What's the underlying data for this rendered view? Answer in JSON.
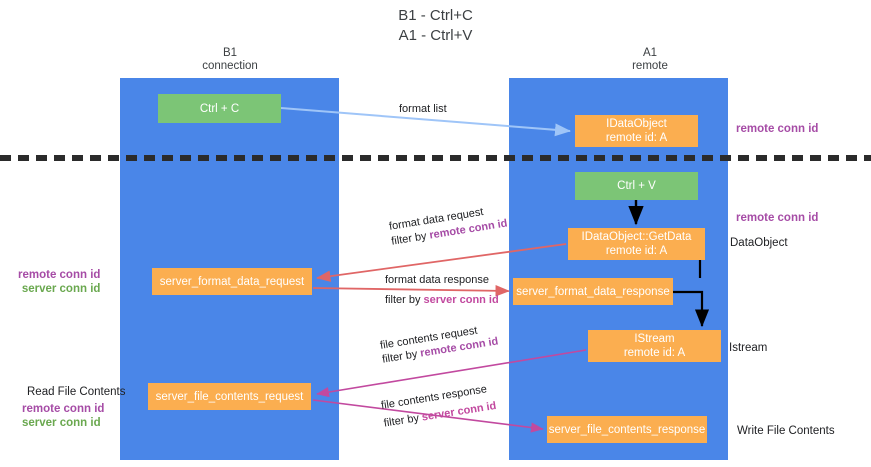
{
  "title": {
    "line1": "B1 - Ctrl+C",
    "line2": "A1 - Ctrl+V"
  },
  "columns": [
    {
      "name": "B1",
      "subtitle": "connection"
    },
    {
      "name": "A1",
      "subtitle": "remote"
    }
  ],
  "nodes": {
    "ctrl_c": {
      "line1": "Ctrl + C",
      "line2": "",
      "color": "#7cc576"
    },
    "idataobject": {
      "line1": "IDataObject",
      "line2": "remote id: A",
      "color": "#fbae50"
    },
    "ctrl_v": {
      "line1": "Ctrl + V",
      "line2": "",
      "color": "#7cc576"
    },
    "getdata": {
      "line1": "IDataObject::GetData",
      "line2": "remote id: A",
      "color": "#fbae50"
    },
    "server_format_data_request": {
      "line1": "server_format_data_request",
      "line2": "",
      "color": "#fbae50"
    },
    "server_format_data_response": {
      "line1": "server_format_data_response",
      "line2": "",
      "color": "#fbae50"
    },
    "istream": {
      "line1": "IStream",
      "line2": "remote id: A",
      "color": "#fbae50"
    },
    "server_file_contents_request": {
      "line1": "server_file_contents_request",
      "line2": "",
      "color": "#fbae50"
    },
    "server_file_contents_response": {
      "line1": "server_file_contents_response",
      "line2": "",
      "color": "#fbae50"
    }
  },
  "edges": {
    "format_list": {
      "label": "format list"
    },
    "format_data_request": {
      "label": "format data request",
      "filter_prefix": "filter by ",
      "filter_key": "remote conn id"
    },
    "format_data_response": {
      "label": "format data response",
      "filter_prefix": "filter by ",
      "filter_key": "server conn id"
    },
    "file_contents_request": {
      "label": "file contents request",
      "filter_prefix": "filter by ",
      "filter_key": "remote conn id"
    },
    "file_contents_response": {
      "label": "file contents response",
      "filter_prefix": "filter by ",
      "filter_key": "server conn id"
    }
  },
  "annotations": {
    "remote_conn_id_top": "remote conn id",
    "remote_conn_id_mid": "remote conn id",
    "dataobject": "DataObject",
    "istream": "Istream",
    "write_file_contents": "Write File Contents",
    "read_file_contents": "Read File Contents",
    "left_mid_remote": "remote conn id",
    "left_mid_server": "server conn id",
    "left_bot_remote": "remote conn id",
    "left_bot_server": "server conn id"
  },
  "colors": {
    "lane": "#4a86e8",
    "green_node": "#7cc576",
    "orange_node": "#fbae50",
    "purple": "#a64ca6",
    "green_text": "#6aa84f",
    "pink": "#c2499f",
    "divider": "#2b2b2b",
    "arrow_blue": "#9fc5f8",
    "arrow_red": "#e06666",
    "arrow_black": "#000000",
    "arrow_magenta": "#c2499f"
  }
}
